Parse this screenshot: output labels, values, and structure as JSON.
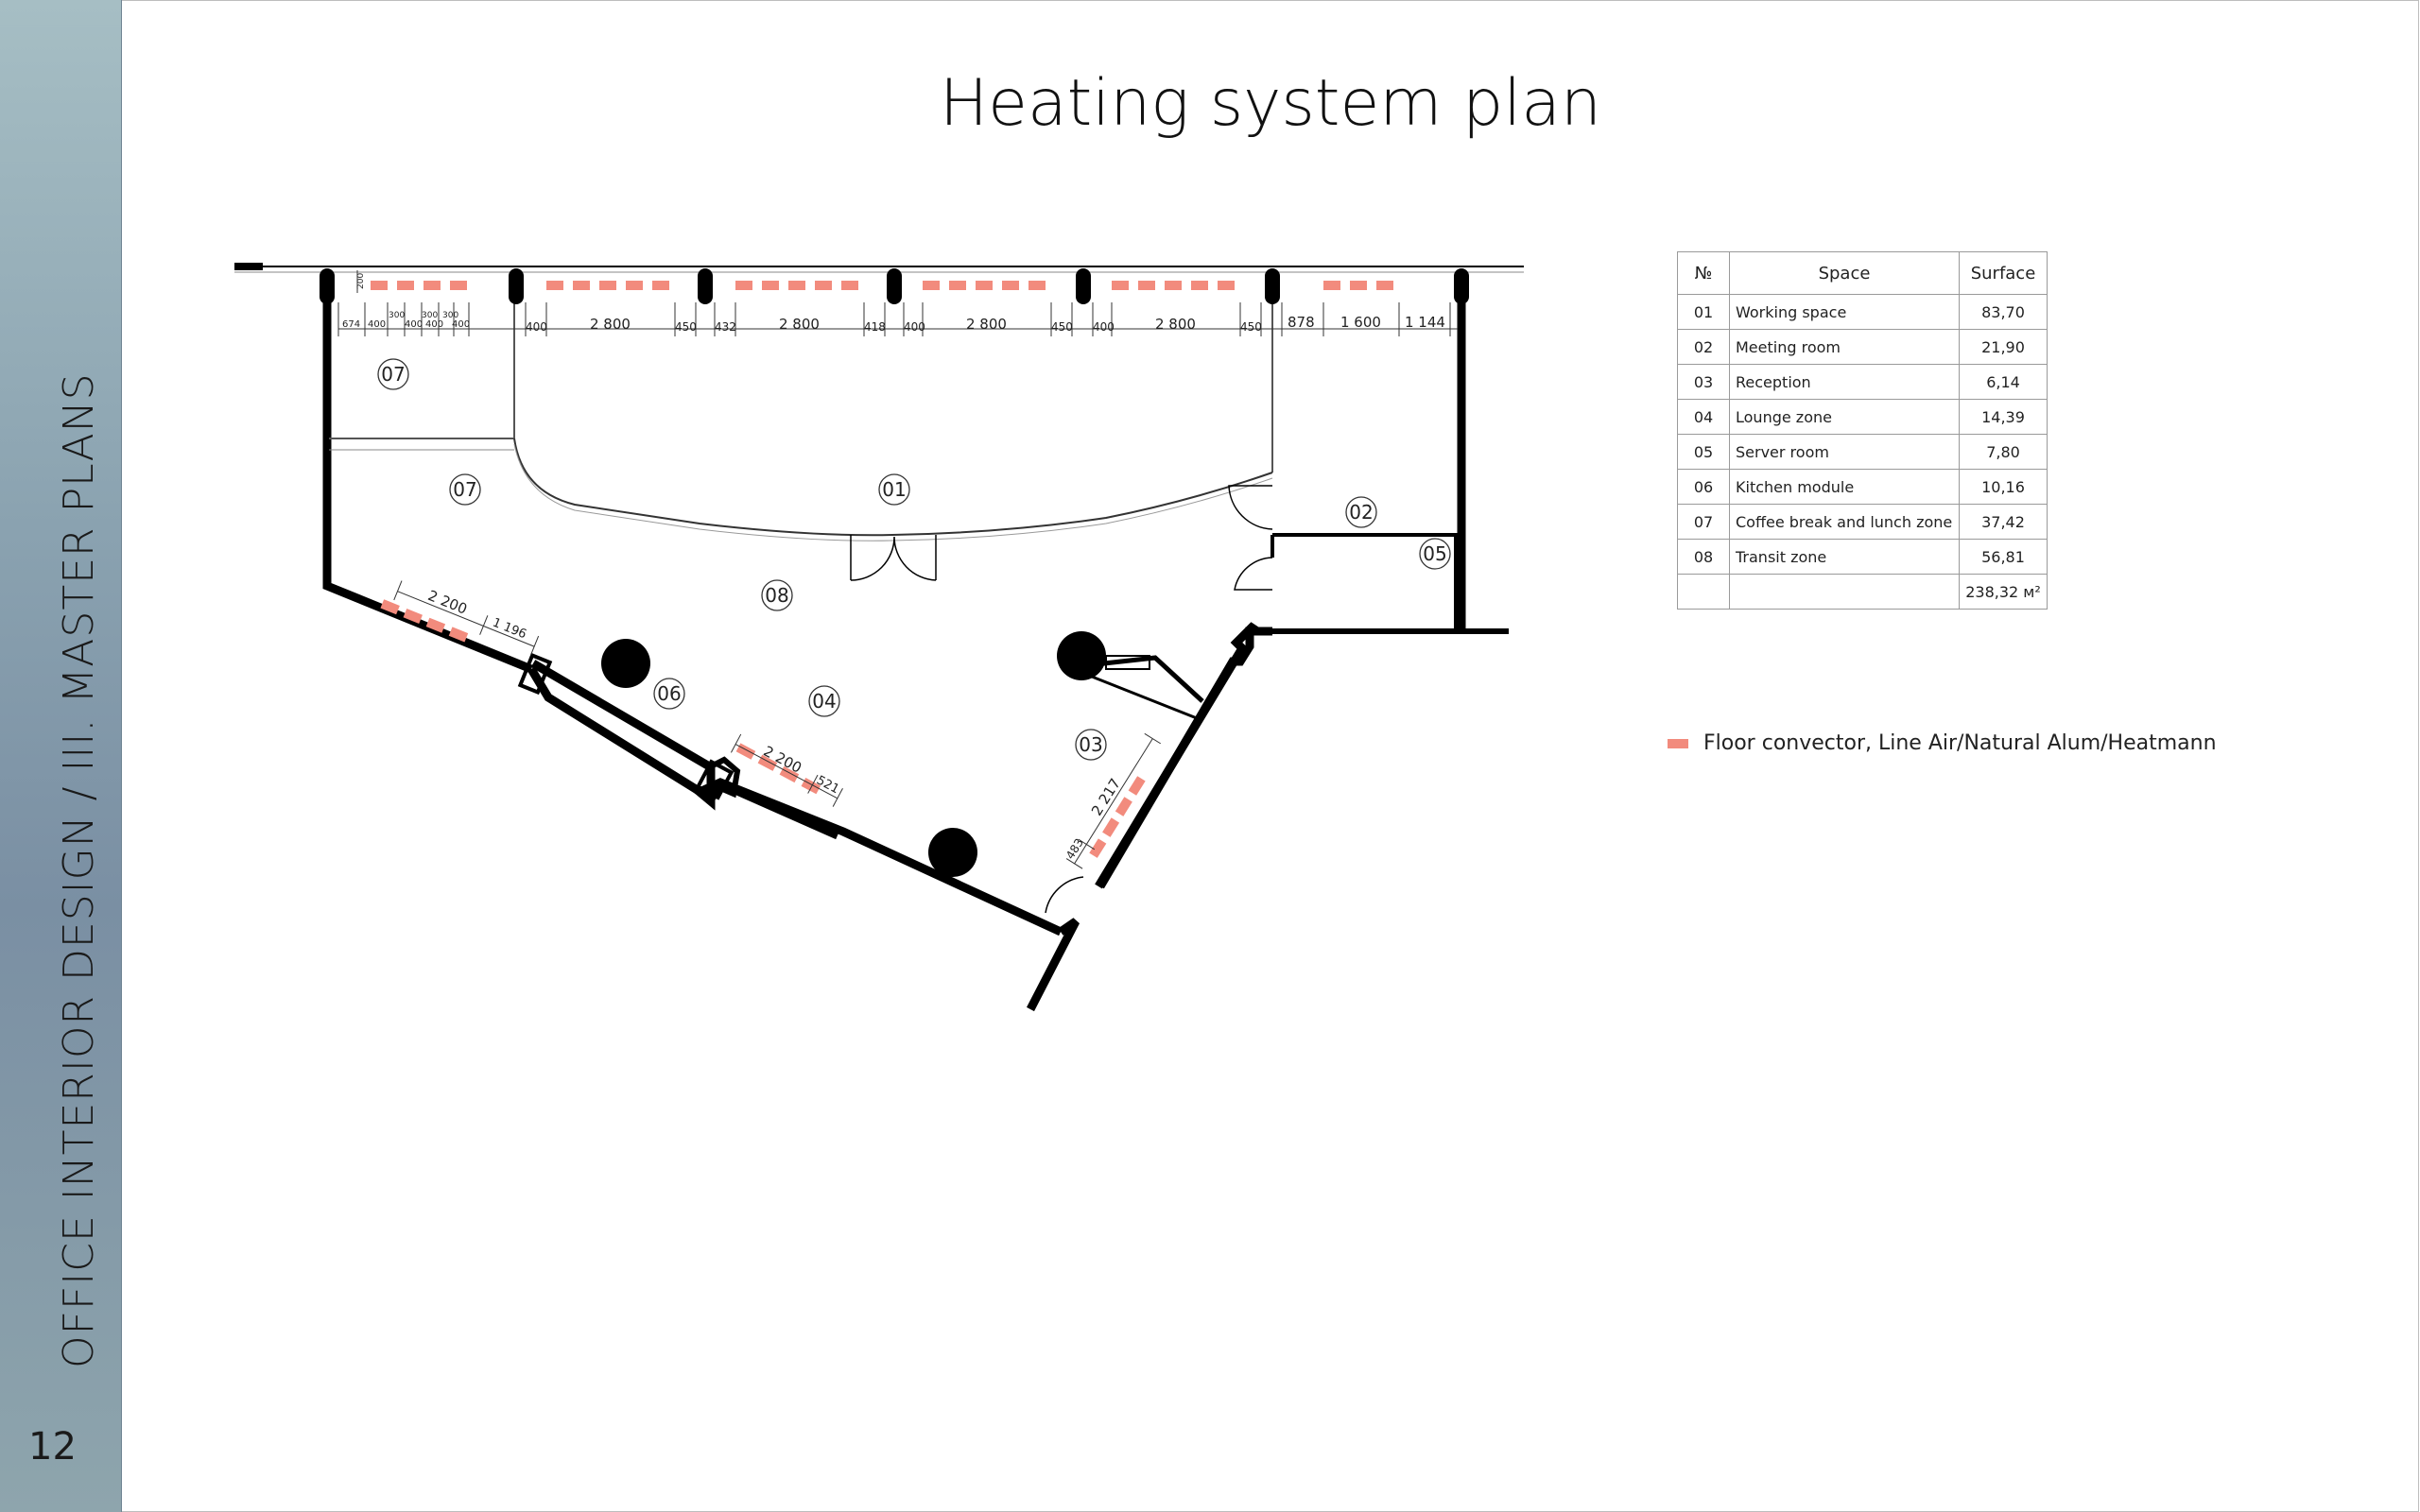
{
  "sidebar": {
    "title": "OFFICE INTERIOR DESIGN / III. MASTER PLANS",
    "page_number": "12"
  },
  "page": {
    "title": "Heating system plan"
  },
  "plan": {
    "room_labels": [
      "07",
      "07",
      "01",
      "02",
      "05",
      "08",
      "06",
      "04",
      "03"
    ],
    "dimensions": {
      "top": [
        "674",
        "400",
        "300",
        "400",
        "300",
        "400",
        "300",
        "400",
        "400",
        "2 800",
        "450",
        "432",
        "2 800",
        "418",
        "400",
        "2 800",
        "450",
        "400",
        "2 800",
        "450",
        "878",
        "1 600",
        "1 144"
      ],
      "top_vertical": "200",
      "west_wall": [
        "2 200",
        "1 196"
      ],
      "south_wall": [
        "2 200",
        "521"
      ],
      "east_wall": [
        "2 217",
        "483"
      ]
    }
  },
  "table": {
    "headers": [
      "№",
      "Space",
      "Surface"
    ],
    "rows": [
      {
        "num": "01",
        "space": "Working space",
        "surface": "83,70"
      },
      {
        "num": "02",
        "space": "Meeting room",
        "surface": "21,90"
      },
      {
        "num": "03",
        "space": "Reception",
        "surface": "6,14"
      },
      {
        "num": "04",
        "space": "Lounge zone",
        "surface": "14,39"
      },
      {
        "num": "05",
        "space": "Server room",
        "surface": "7,80"
      },
      {
        "num": "06",
        "space": "Kitchen module",
        "surface": "10,16"
      },
      {
        "num": "07",
        "space": "Coffee break and lunch zone",
        "surface": "37,42"
      },
      {
        "num": "08",
        "space": "Transit zone",
        "surface": "56,81"
      }
    ],
    "total": "238,32 м²"
  },
  "legend": {
    "label": "Floor convector, Line Air/Natural Alum/Heatmann",
    "color": "#f28b7d"
  }
}
